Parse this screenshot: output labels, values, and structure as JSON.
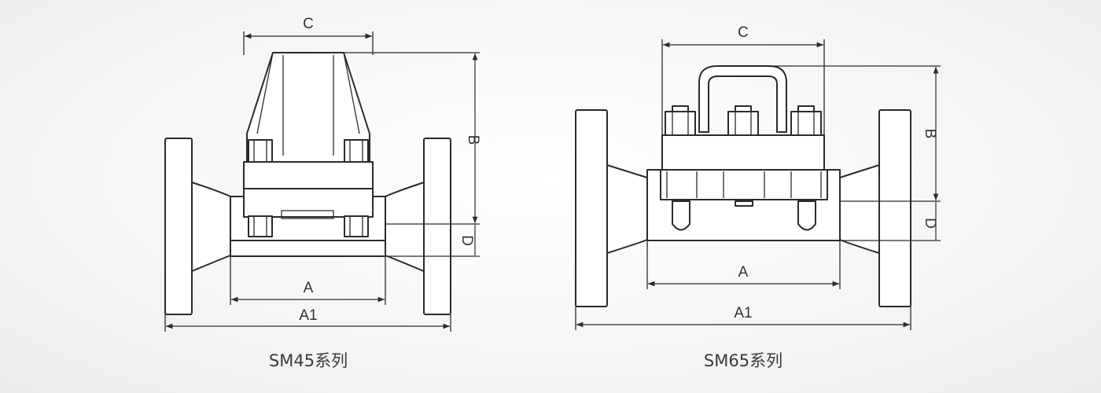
{
  "drawings": [
    {
      "caption": "SM45系列",
      "dims": {
        "a": "A",
        "a1": "A1",
        "b": "B",
        "c": "C",
        "d": "D"
      }
    },
    {
      "caption": "SM65系列",
      "dims": {
        "a": "A",
        "a1": "A1",
        "b": "B",
        "c": "C",
        "d": "D"
      }
    }
  ],
  "colors": {
    "line": "#2b2b2b",
    "background": "#f3f3f3"
  }
}
